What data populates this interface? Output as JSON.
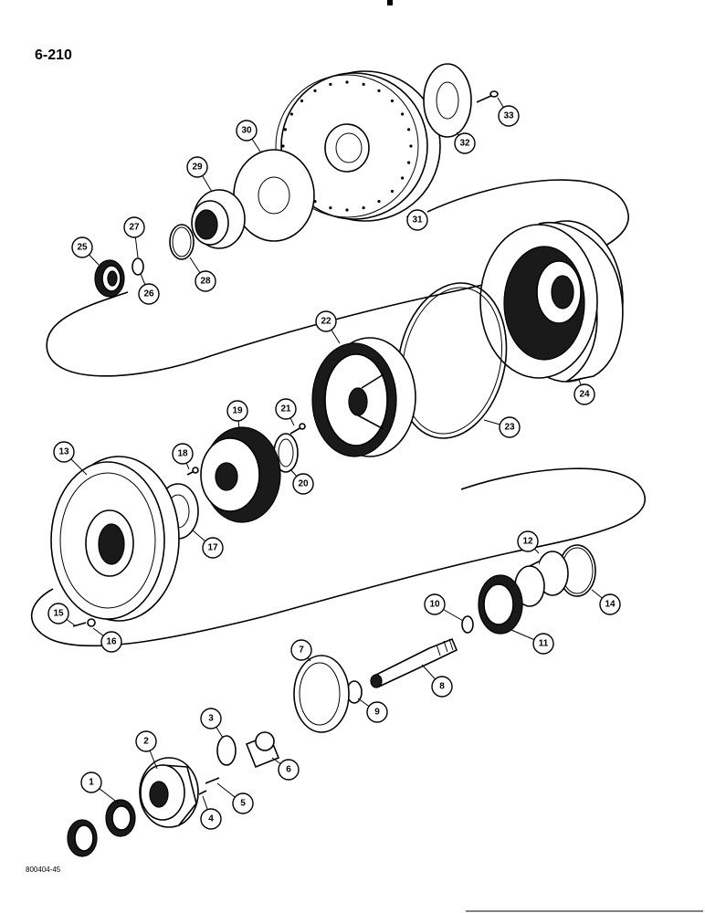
{
  "page_number": "6-210",
  "drawing_code": "800404-45",
  "callouts": [
    "1",
    "2",
    "3",
    "4",
    "5",
    "6",
    "7",
    "8",
    "9",
    "10",
    "11",
    "12",
    "13",
    "14",
    "15",
    "16",
    "17",
    "18",
    "19",
    "20",
    "21",
    "22",
    "23",
    "24",
    "25",
    "26",
    "27",
    "28",
    "29",
    "30",
    "31",
    "32",
    "33"
  ]
}
